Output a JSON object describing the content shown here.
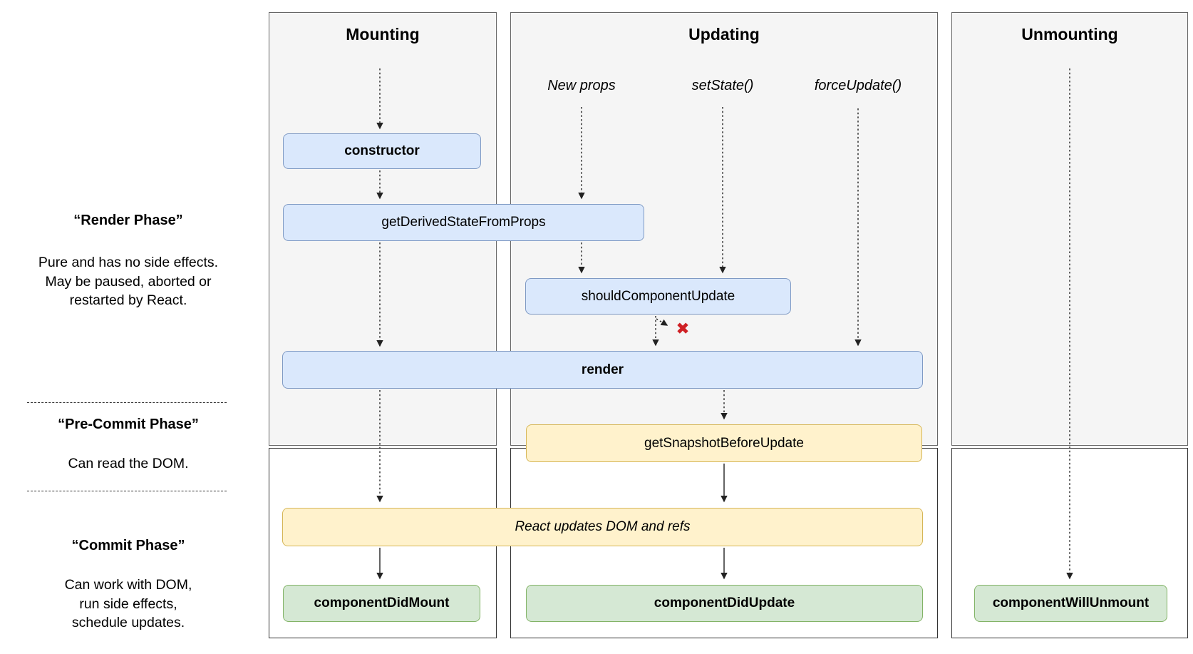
{
  "columns": {
    "mounting": {
      "title": "Mounting"
    },
    "updating": {
      "title": "Updating"
    },
    "unmounting": {
      "title": "Unmounting"
    }
  },
  "triggers": {
    "new_props": "New props",
    "set_state": "setState()",
    "force_update": "forceUpdate()"
  },
  "boxes": {
    "constructor": {
      "label": "constructor"
    },
    "get_derived_state_from_props": {
      "label": "getDerivedStateFromProps"
    },
    "should_component_update": {
      "label": "shouldComponentUpdate"
    },
    "render": {
      "label": "render"
    },
    "get_snapshot_before_update": {
      "label": "getSnapshotBeforeUpdate"
    },
    "react_updates_dom": {
      "label": "React updates DOM and refs"
    },
    "component_did_mount": {
      "label": "componentDidMount"
    },
    "component_did_update": {
      "label": "componentDidUpdate"
    },
    "component_will_unmount": {
      "label": "componentWillUnmount"
    }
  },
  "phases": {
    "render_phase": {
      "title": "“Render Phase”",
      "lines": [
        "Pure and has no side effects.",
        "May be paused, aborted or",
        "restarted by React."
      ]
    },
    "pre_commit_phase": {
      "title": "“Pre-Commit Phase”",
      "lines": [
        "Can read the DOM."
      ]
    },
    "commit_phase": {
      "title": "“Commit Phase”",
      "lines": [
        "Can work with DOM,",
        "run side effects,",
        "schedule updates."
      ]
    }
  },
  "reject_marker": "✖",
  "colors": {
    "blue_fill": "#dae8fc",
    "blue_border": "#7f9ac4",
    "yellow_fill": "#fff2cc",
    "yellow_border": "#d6b656",
    "green_fill": "#d5e8d4",
    "green_border": "#82b366",
    "panel_fill": "#f5f5f5",
    "panel_border": "#666666",
    "commit_panel_border": "#333333",
    "arrow": "#222222",
    "reject": "#cf2025"
  }
}
